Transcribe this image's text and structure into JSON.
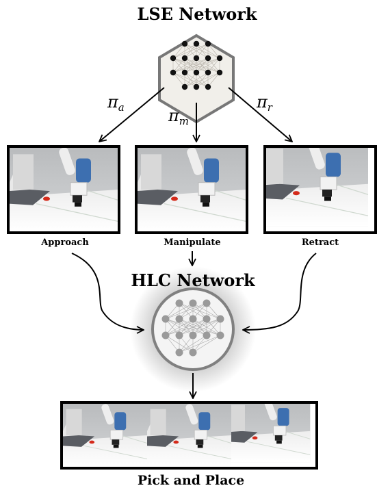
{
  "lse": {
    "title": "LSE Network"
  },
  "hlc": {
    "title": "HLC Network"
  },
  "policies": [
    {
      "symbol": "π",
      "sub": "a"
    },
    {
      "symbol": "π",
      "sub": "m"
    },
    {
      "symbol": "π",
      "sub": "r"
    }
  ],
  "stages": [
    {
      "label": "Approach"
    },
    {
      "label": "Manipulate"
    },
    {
      "label": "Retract"
    }
  ],
  "output": {
    "label": "Pick and Place"
  },
  "colors": {
    "lse_fill": "#f1efea",
    "lse_stroke": "#777777",
    "hlc_fill": "#f4f4f4",
    "hlc_stroke": "#808080",
    "hlc_node": "#9a9a9a",
    "robot_blue": "#3d6fb0",
    "object_red": "#d42a1a"
  }
}
